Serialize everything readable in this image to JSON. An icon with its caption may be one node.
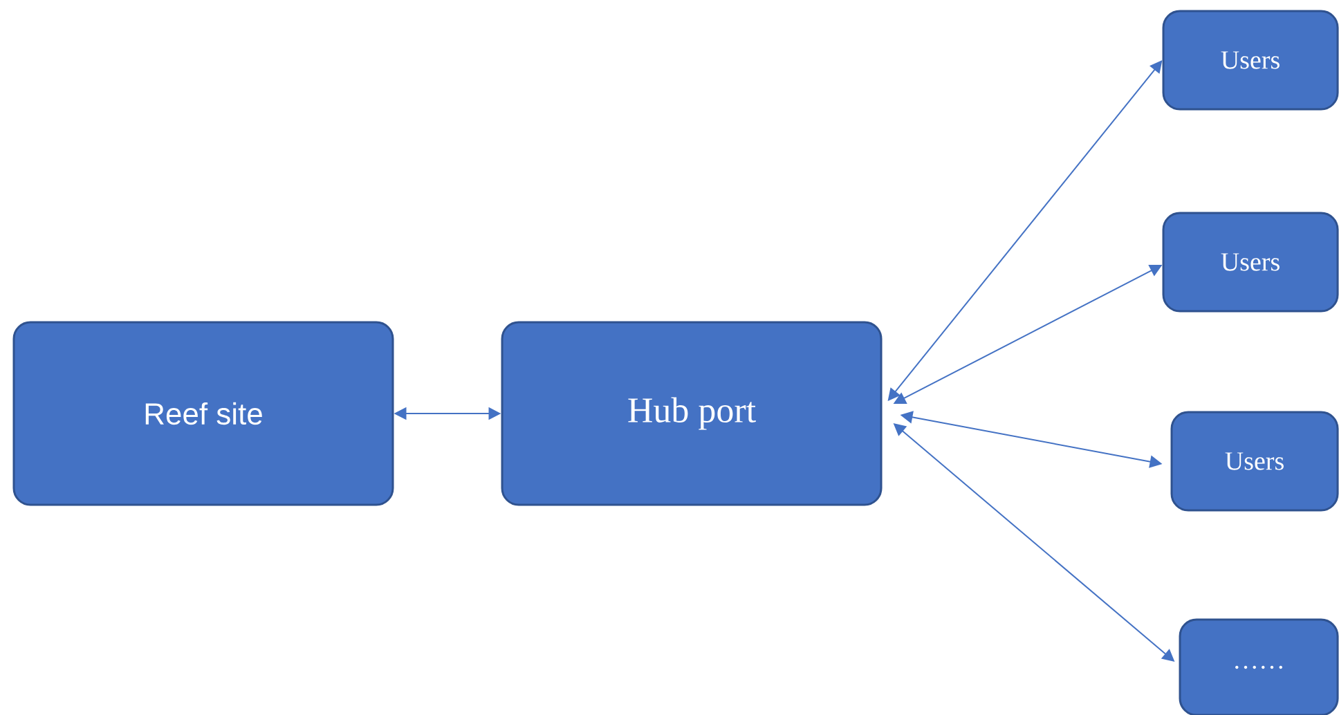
{
  "diagram": {
    "nodes": [
      {
        "text": [
          "Reef site"
        ]
      },
      {
        "text": [
          "Hub port"
        ]
      },
      {
        "text": [
          "Users"
        ]
      },
      {
        "text": [
          "Users"
        ]
      },
      {
        "text": [
          "Users"
        ]
      },
      {
        "text": [
          "……"
        ]
      }
    ],
    "edges": [
      {
        "from": 0,
        "to": 1,
        "arrow": "both"
      },
      {
        "from": 1,
        "to": 2,
        "arrow": "both"
      },
      {
        "from": 1,
        "to": 3,
        "arrow": "both"
      },
      {
        "from": 1,
        "to": 4,
        "arrow": "both"
      },
      {
        "from": 1,
        "to": 5,
        "arrow": "both"
      }
    ]
  }
}
